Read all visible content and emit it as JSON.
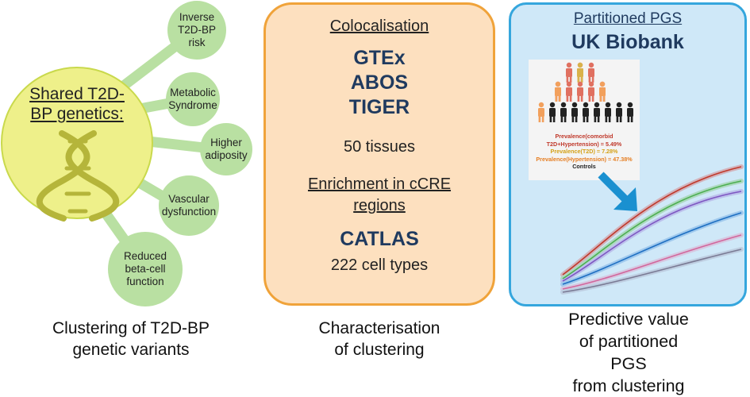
{
  "left_panel": {
    "central_label": "Shared T2D-\nBP genetics:",
    "bubbles": [
      {
        "label": "Inverse\nT2D-BP\nrisk"
      },
      {
        "label": "Metabolic\nSyndrome"
      },
      {
        "label": "Higher\nadiposity"
      },
      {
        "label": "Vascular\ndysfunction"
      },
      {
        "label": "Reduced\nbeta-cell\nfunction"
      }
    ],
    "caption": "Clustering of T2D-BP\ngenetic variants",
    "colors": {
      "circle_fill": "#eef08a",
      "circle_stroke": "#c9d94c",
      "bubble_fill": "#b9e0a2",
      "dna": "#b5b53a"
    }
  },
  "middle_panel": {
    "heading1": "Colocalisation",
    "datasets": [
      "GTEx",
      "ABOS",
      "TIGER"
    ],
    "tissues": "50 tissues",
    "heading2": "Enrichment in cCRE\nregions",
    "dataset2": "CATLAS",
    "cell_types": "222 cell types",
    "caption": "Characterisation\nof clustering",
    "colors": {
      "fill": "#fde0bf",
      "border": "#f0a33a",
      "text_dark": "#1f3a5f"
    }
  },
  "right_panel": {
    "heading": "Partitioned PGS",
    "title": "UK Biobank",
    "prevalence_lines": [
      {
        "text": "Prevalence(comorbid",
        "color": "#c0392b"
      },
      {
        "text": "T2D+Hypertension) = 5.49%",
        "color": "#c0392b"
      },
      {
        "text": "Prevalence(T2D) = 7.28%",
        "color": "#d4a017"
      },
      {
        "text": "Prevalence(Hypertension) = 47.38%",
        "color": "#e67e22"
      },
      {
        "text": "Controls",
        "color": "#222222"
      }
    ],
    "caption": "Predictive value\nof partitioned PGS\nfrom clustering",
    "colors": {
      "fill": "#cfe8f8",
      "border": "#35a6dd",
      "arrow": "#1a90d0",
      "title": "#1f3a5f"
    }
  }
}
